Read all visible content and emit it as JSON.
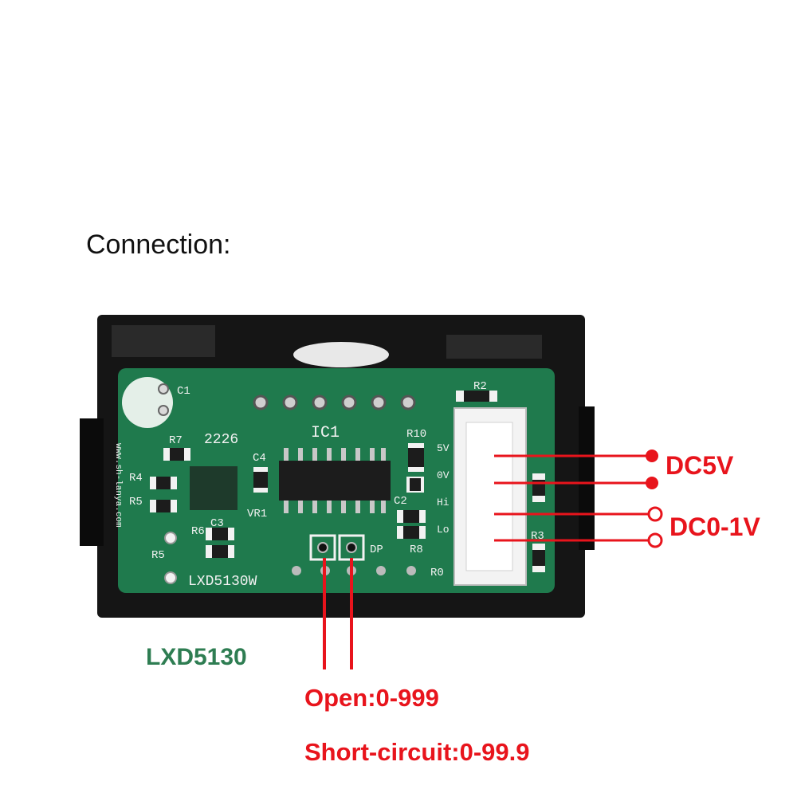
{
  "heading": "Connection:",
  "model_label": "LXD5130",
  "board": {
    "silkscreen_model": "LXD5130W",
    "date_code": "2226",
    "website": "www.sh-lanya.com",
    "ic_label": "IC1",
    "components": [
      "C1",
      "R7",
      "R4",
      "R5",
      "R6",
      "C3",
      "C4",
      "VR1",
      "R10",
      "C2",
      "R8",
      "R2",
      "R3",
      "R0",
      "DP",
      "R5"
    ],
    "pins": [
      "5V",
      "0V",
      "Hi",
      "Lo"
    ]
  },
  "connections": {
    "dc5v": "DC5V",
    "dc0_1v": "DC0-1V"
  },
  "jumper": {
    "open": "Open:0-999",
    "short": "Short-circuit:0-99.9"
  },
  "colors": {
    "annotation": "#e8141c",
    "model": "#2e7d52",
    "pcb": "#1f7a4d",
    "housing": "#111111"
  }
}
